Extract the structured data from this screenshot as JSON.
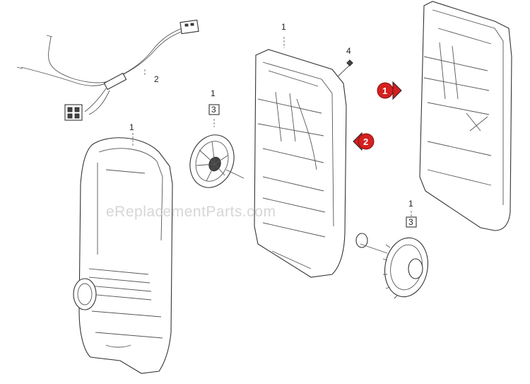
{
  "callouts": {
    "cable_2": "2",
    "cover_1": "1",
    "wheel_left_1": "1",
    "wheel_left_3": "3",
    "frame_1": "1",
    "screw_4": "4",
    "wheel_right_1": "1",
    "wheel_right_3": "3"
  },
  "markers": {
    "marker_1": "1",
    "marker_2": "2"
  },
  "watermark": "eReplacementParts.com",
  "colors": {
    "marker": "#d42020",
    "line": "#333333",
    "watermark": "#d6d6d6"
  }
}
